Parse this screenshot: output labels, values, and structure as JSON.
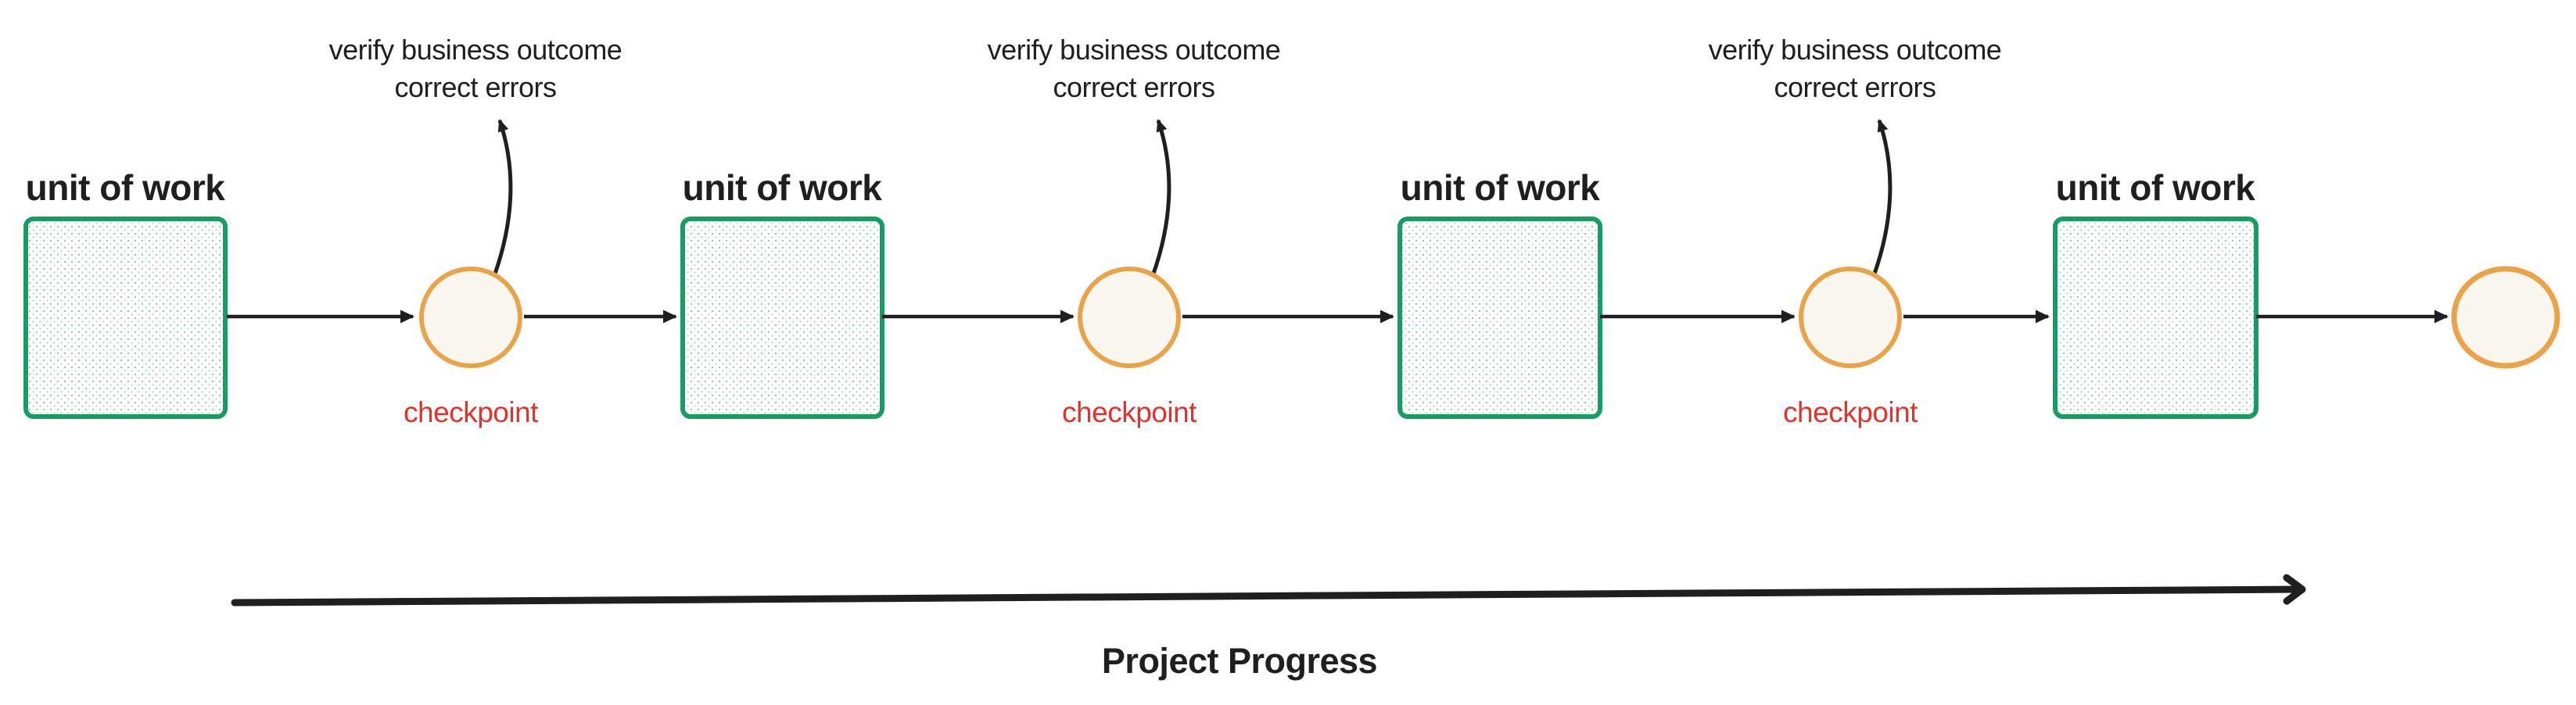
{
  "title": "iterative project workflow diagram",
  "colors": {
    "background": "#ffffff",
    "ink": "#1f1f1f",
    "green": "#169d63",
    "green_hatch": "#45a27d",
    "orange": "#eba348",
    "node_fill": "#faf7f1",
    "red": "#e0332b"
  },
  "units": [
    {
      "label": "unit of work"
    },
    {
      "label": "unit of work"
    },
    {
      "label": "unit of work"
    },
    {
      "label": "unit of work"
    }
  ],
  "checkpoints": [
    {
      "label": "checkpoint",
      "annotation": {
        "line1": "verify business outcome",
        "line2": "correct errors"
      }
    },
    {
      "label": "checkpoint",
      "annotation": {
        "line1": "verify business outcome",
        "line2": "correct errors"
      }
    },
    {
      "label": "checkpoint",
      "annotation": {
        "line1": "verify business outcome",
        "line2": "correct errors"
      }
    }
  ],
  "final_node": {
    "type": "checkpoint-circle-unlabeled"
  },
  "progress": {
    "label": "Project Progress"
  }
}
